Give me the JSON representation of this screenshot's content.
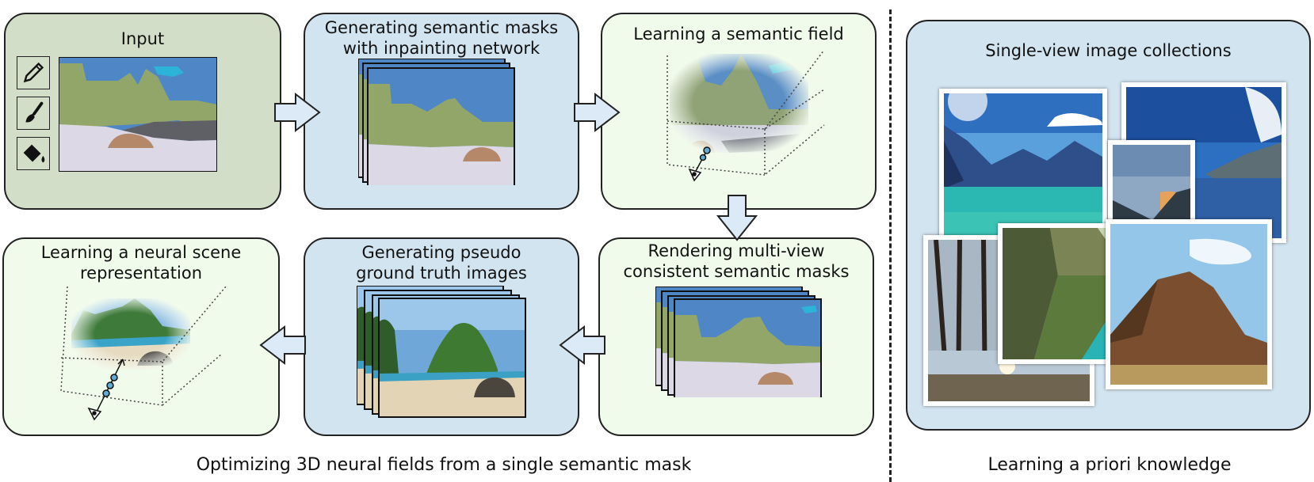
{
  "pipeline": {
    "input_title": "Input",
    "inpaint_title": "Generating semantic masks\nwith inpainting network",
    "field_title": "Learning a semantic field",
    "render_title": "Rendering multi-view\nconsistent semantic masks",
    "pseudo_title": "Generating pseudo\nground truth images",
    "scene_title": "Learning a neural scene\nrepresentation",
    "caption": "Optimizing 3D neural fields from a single semantic mask"
  },
  "prior": {
    "title": "Single-view image collections",
    "caption": "Learning a priori knowledge"
  },
  "tools": [
    {
      "icon": "pencil-icon"
    },
    {
      "icon": "brush-icon"
    },
    {
      "icon": "paint-bucket-icon"
    }
  ],
  "colors": {
    "input_panel": "#d3dec8",
    "blue_panel": "#d3e4f1",
    "mint_panel": "#f1fbec",
    "sky": "#4f86c6",
    "cyan": "#2bb4d8",
    "mountain": "#93a66a",
    "sand": "#dcd8e6",
    "rock": "#b5886a",
    "shadow": "#5f6065"
  }
}
